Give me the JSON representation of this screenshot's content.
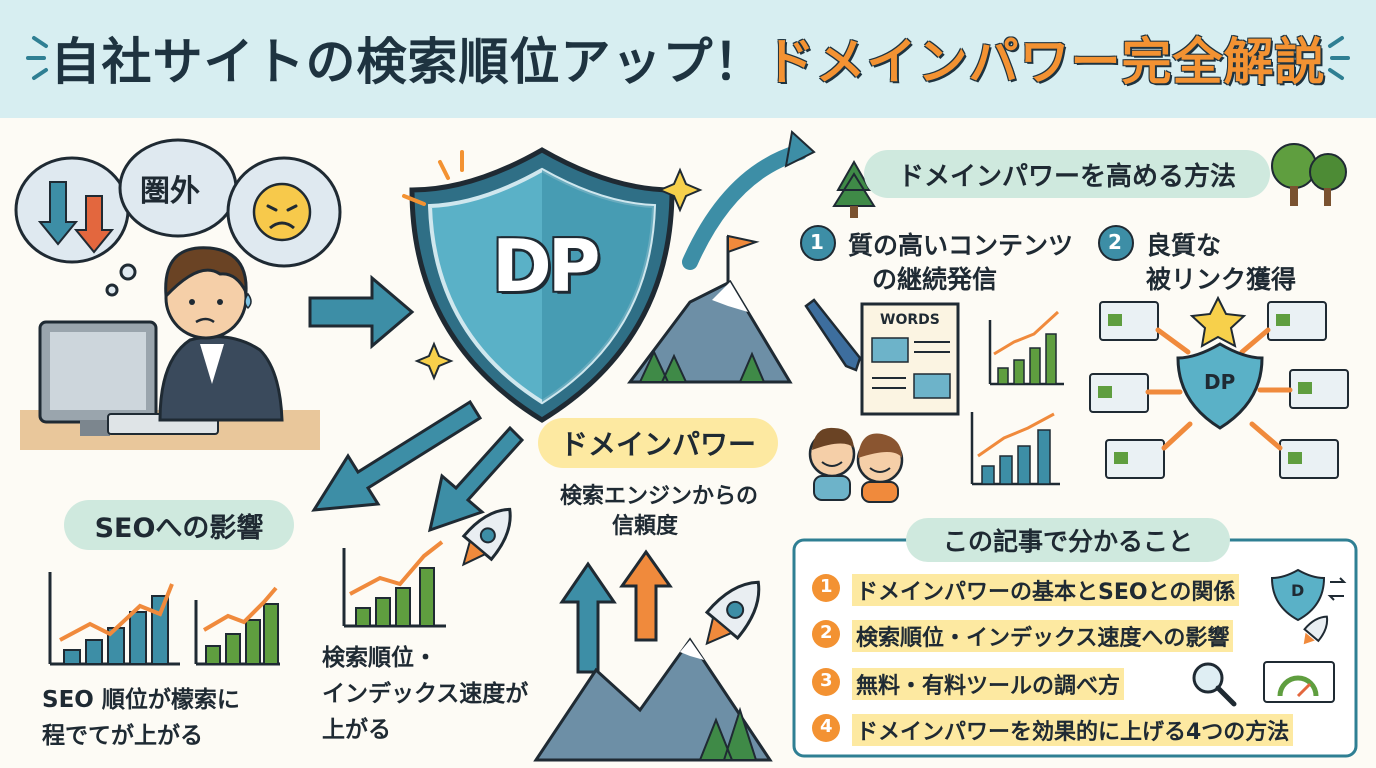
{
  "title": {
    "part1": "自社サイトの検索順位アップ！",
    "part2": "ドメインパワー完全解説"
  },
  "left": {
    "ranking_bubble": "圏外",
    "seo_heading": "SEOへの影響",
    "caption_1": "SEO 順位が檬索に",
    "caption_2": "程でてが上がる",
    "caption_mid_1": "検索順位・",
    "caption_mid_2": "インデックス速度が",
    "caption_mid_3": "上がる"
  },
  "center": {
    "shield_letters": "DP",
    "label": "ドメインパワー",
    "sub_1": "検索エンジンからの",
    "sub_2": "信頼度"
  },
  "methods": {
    "heading": "ドメインパワーを高める方法",
    "m1_num": "1",
    "m1_line1": "質の高いコンテンツ",
    "m1_line2": "の継続発信",
    "m2_num": "2",
    "m2_line1": "良質な",
    "m2_line2": "被リンク獲得",
    "doc_word": "WORDS",
    "mini_shield": "DP"
  },
  "summary": {
    "heading": "この記事で分かること",
    "items": [
      {
        "num": "1",
        "text": "ドメインパワーの基本とSEOとの関係"
      },
      {
        "num": "2",
        "text": "検索順位・インデックス速度への影響"
      },
      {
        "num": "3",
        "text": "無料・有料ツールの調べ方"
      },
      {
        "num": "4",
        "text": "ドメインパワーを効果的に上げる4つの方法"
      }
    ],
    "badge_letter": "D"
  },
  "colors": {
    "banner": "#d7eef1",
    "accent_orange": "#f39232",
    "teal": "#3d8ea6",
    "green": "#5f9e3f",
    "pill_green": "#cfe9de",
    "pill_yellow": "#fde9a1"
  }
}
